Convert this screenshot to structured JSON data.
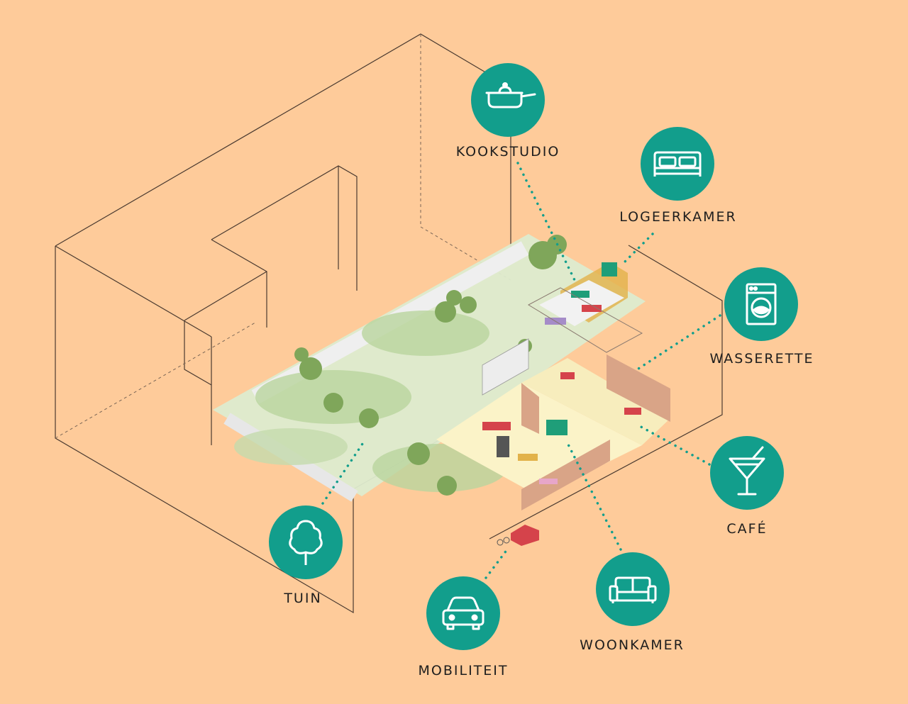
{
  "colors": {
    "background": "#FECB9A",
    "badge": "#129E8C",
    "badge_icon": "#FFFFFF",
    "dotted_leader": "#129E8C",
    "outline": "#4A3A30",
    "greenery": "#A8C98C",
    "trees": "#7FA65A",
    "interior": "#FBF3C8",
    "walls": "#D9A487"
  },
  "diagram": {
    "amenities": [
      {
        "id": "kookstudio",
        "label": "KOOKSTUDIO",
        "icon": "pan-icon"
      },
      {
        "id": "logeerkamer",
        "label": "LOGEERKAMER",
        "icon": "bed-icon"
      },
      {
        "id": "wasserette",
        "label": "WASSERETTE",
        "icon": "washing-machine-icon"
      },
      {
        "id": "cafe",
        "label": "CAFÉ",
        "icon": "cocktail-glass-icon"
      },
      {
        "id": "woonkamer",
        "label": "WOONKAMER",
        "icon": "sofa-icon"
      },
      {
        "id": "mobiliteit",
        "label": "MOBILITEIT",
        "icon": "car-icon"
      },
      {
        "id": "tuin",
        "label": "TUIN",
        "icon": "tree-icon"
      }
    ]
  }
}
